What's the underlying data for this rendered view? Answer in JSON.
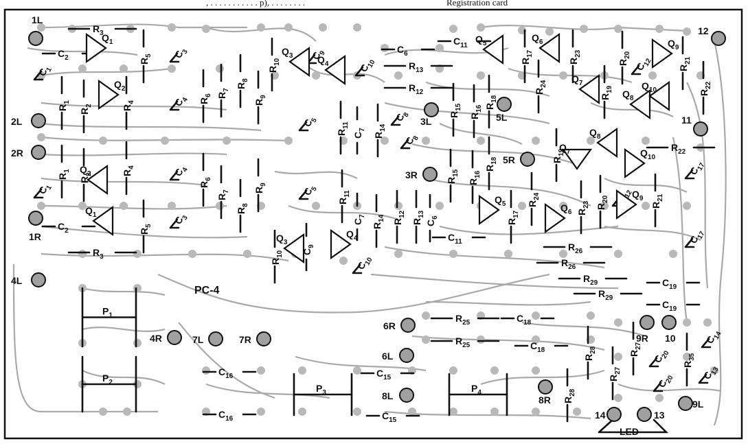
{
  "header": {
    "left_fragment": ", . . . . . . . . . . . p), . . . . . . . .",
    "right_fragment": "Registration card"
  },
  "board": {
    "name": "PC-4",
    "connection_pads": [
      "1L",
      "1R",
      "2L",
      "2R",
      "3L",
      "3R",
      "4L",
      "4R",
      "5L",
      "5R",
      "6L",
      "6R",
      "7L",
      "7R",
      "8L",
      "8R",
      "9L",
      "9R",
      "10",
      "11",
      "12",
      "13",
      "14"
    ],
    "resistors": [
      "R1",
      "R2",
      "R3",
      "R4",
      "R5",
      "R6",
      "R7",
      "R8",
      "R9",
      "R10",
      "R11",
      "R12",
      "R13",
      "R14",
      "R15",
      "R16",
      "R17",
      "R18",
      "R19",
      "R20",
      "R21",
      "R22",
      "R23",
      "R24",
      "R25",
      "R26",
      "R27",
      "R28",
      "R29",
      "R35"
    ],
    "capacitors": [
      "C1",
      "C2",
      "C3",
      "C4",
      "C5",
      "C6",
      "C7",
      "C8",
      "C9",
      "C10",
      "C11",
      "C12",
      "C13",
      "C14",
      "C15",
      "C16",
      "C17",
      "C18",
      "C19",
      "C20"
    ],
    "transistors": [
      "Q1",
      "Q2",
      "Q3",
      "Q4",
      "Q5",
      "Q6",
      "Q7",
      "Q8",
      "Q9",
      "Q10"
    ],
    "potentiometers": [
      "P1",
      "P2",
      "P3",
      "P4"
    ],
    "led_label": "LED"
  }
}
